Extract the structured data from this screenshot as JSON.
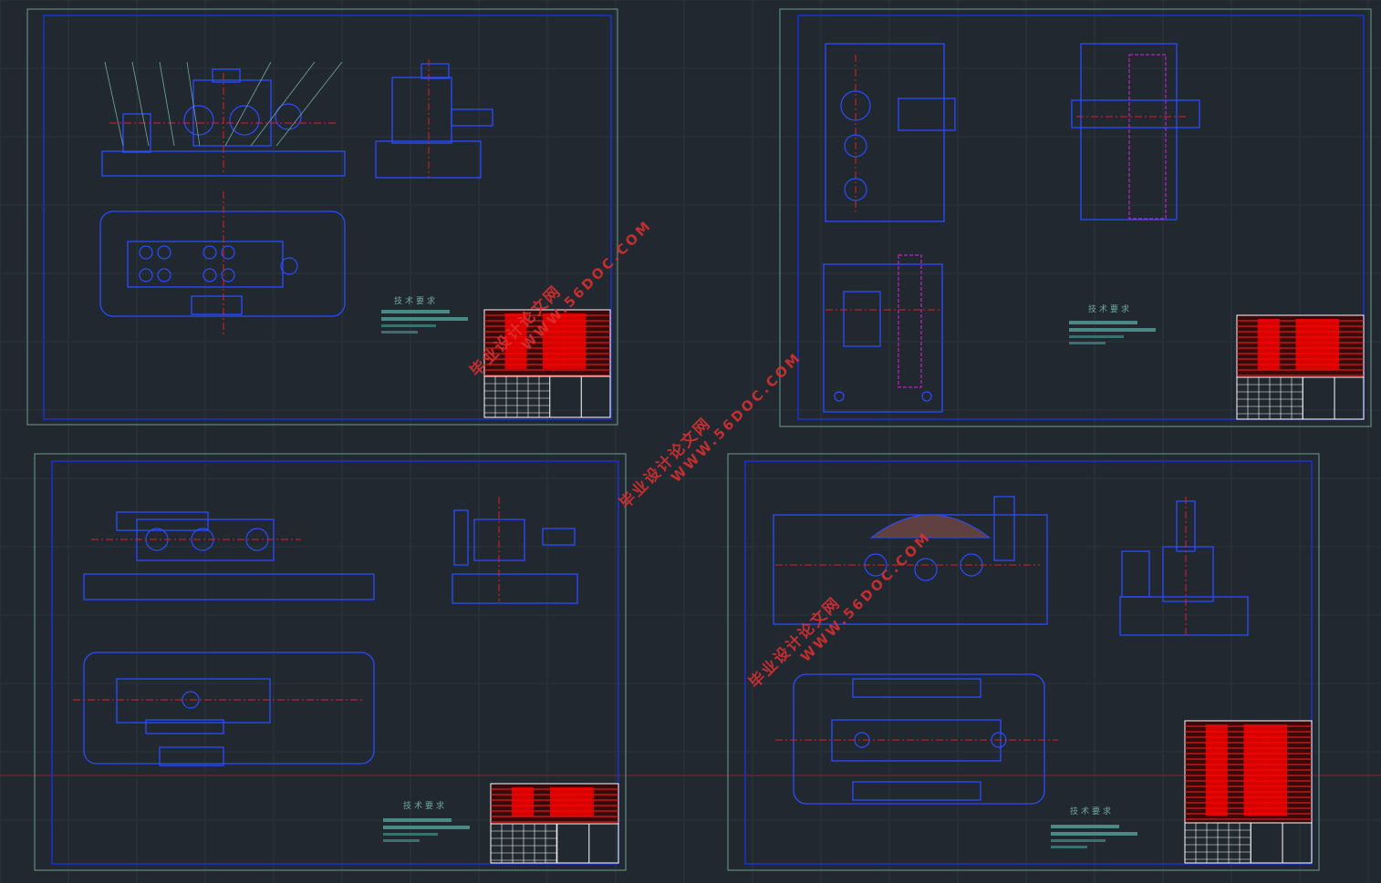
{
  "sheets": [
    {
      "notes_title": "技术要求"
    },
    {
      "notes_title": "技术要求"
    },
    {
      "notes_title": "技术要求"
    },
    {
      "notes_title": "技术要求"
    }
  ],
  "watermark": {
    "line1": "毕业设计论文网",
    "line2": "WWW.56DOC.COM"
  },
  "colors": {
    "background": "#212830",
    "frame": "#5f8a80",
    "inner_frame": "#1b30d0",
    "part": "#2a4cff",
    "center_line": "#e02020",
    "hidden": "#e020e0",
    "title_block_fill": "#ff0000"
  }
}
